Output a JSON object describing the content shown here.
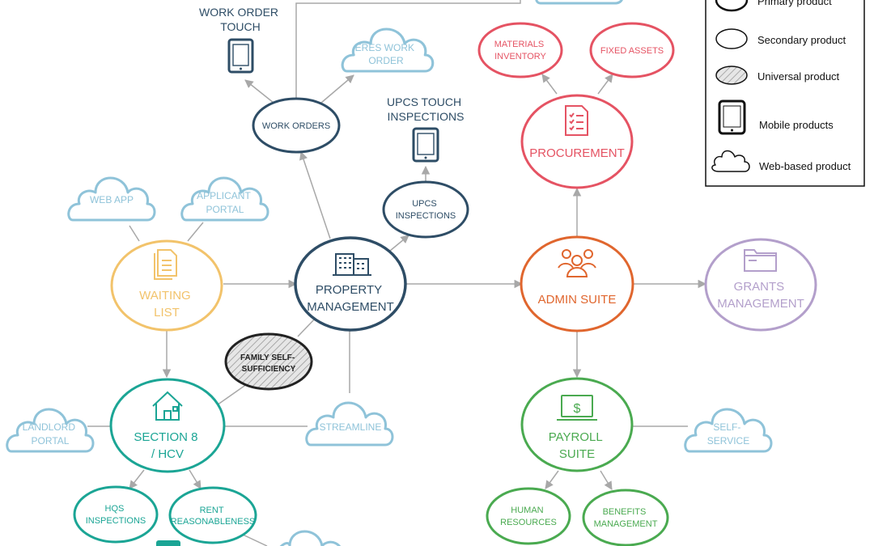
{
  "colors": {
    "property": "#2e4d66",
    "waiting": "#f2c36b",
    "section8": "#1ba595",
    "admin": "#e0662e",
    "procurement": "#e55363",
    "payroll": "#4aaa50",
    "grants": "#b39fcb",
    "cloud": "#8fc3d9",
    "connector": "#a8a8a8",
    "legend": "#111111",
    "fss": "#222222"
  },
  "primary": {
    "property_management": [
      "PROPERTY",
      "MANAGEMENT"
    ],
    "waiting_list": [
      "WAITING",
      "LIST"
    ],
    "section8": [
      "SECTION 8",
      "/ HCV"
    ],
    "admin_suite": [
      "ADMIN SUITE"
    ],
    "procurement": [
      "PROCUREMENT"
    ],
    "payroll_suite": [
      "PAYROLL",
      "SUITE"
    ],
    "grants_management": [
      "GRANTS",
      "MANAGEMENT"
    ]
  },
  "secondary": {
    "work_orders": [
      "WORK ORDERS"
    ],
    "upcs_inspections": [
      "UPCS",
      "INSPECTIONS"
    ],
    "materials_inventory": [
      "MATERIALS",
      "INVENTORY"
    ],
    "fixed_assets": [
      "FIXED ASSETS"
    ],
    "hqs_inspections": [
      "HQS",
      "INSPECTIONS"
    ],
    "rent_reasonableness": [
      "RENT",
      "REASONABLENESS"
    ],
    "human_resources": [
      "HUMAN",
      "RESOURCES"
    ],
    "benefits_management": [
      "BENEFITS",
      "MANAGEMENT"
    ]
  },
  "universal": {
    "family_self_sufficiency": [
      "FAMILY SELF-",
      "SUFFICIENCY"
    ]
  },
  "web": {
    "eres_work_order": [
      "ERES WORK",
      "ORDER"
    ],
    "web_app": [
      "WEB APP"
    ],
    "applicant_portal": [
      "APPLICANT",
      "PORTAL"
    ],
    "landlord_portal": [
      "LANDLORD",
      "PORTAL"
    ],
    "streamline": [
      "STREAMLINE"
    ],
    "self_service": [
      "SELF-",
      "SERVICE"
    ]
  },
  "mobile": {
    "work_order_touch": [
      "WORK ORDER",
      "TOUCH"
    ],
    "upcs_touch_inspections": [
      "UPCS TOUCH",
      "INSPECTIONS"
    ]
  },
  "legend": {
    "primary": "Primary product",
    "secondary": "Secondary product",
    "universal": "Universal product",
    "mobile": "Mobile products",
    "web": "Web-based product"
  }
}
